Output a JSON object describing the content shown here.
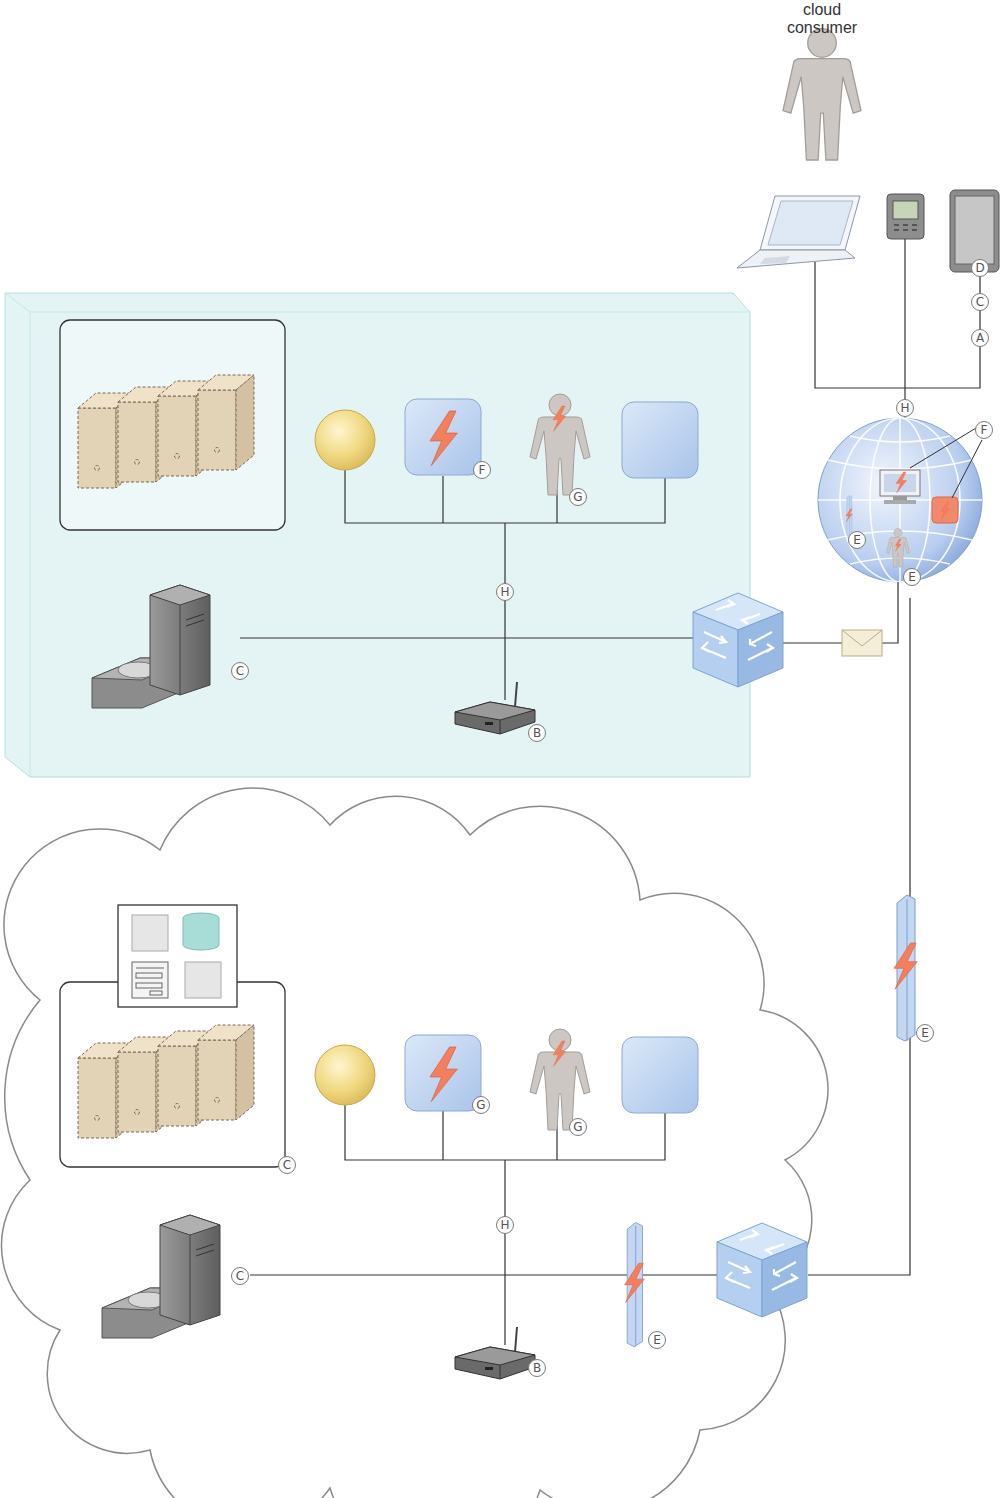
{
  "diagram": {
    "labels": [
      "cloud consumer",
      "D",
      "C",
      "A",
      "H",
      "F",
      "F",
      "G",
      "E",
      "E",
      "H",
      "C",
      "B",
      "E",
      "G",
      "G",
      "C",
      "H",
      "C",
      "E",
      "B"
    ]
  }
}
